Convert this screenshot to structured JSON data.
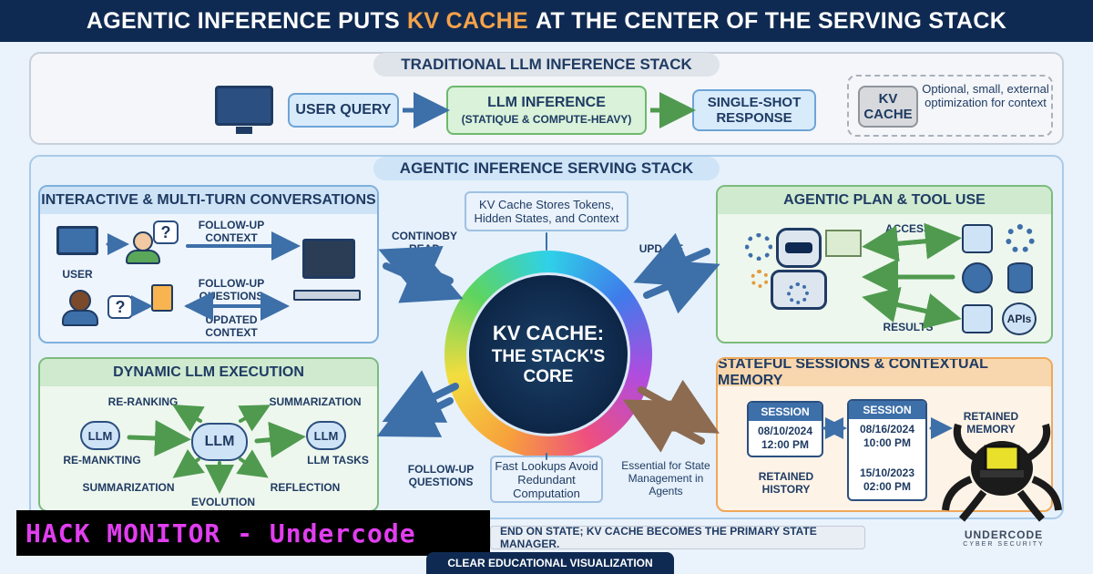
{
  "header": {
    "title_before": "AGENTIC INFERENCE PUTS",
    "title_accent": "KV CACHE",
    "title_after": "AT THE CENTER OF THE SERVING STACK",
    "accent_color": "#f5a24a"
  },
  "traditional": {
    "label": "TRADITIONAL LLM INFERENCE STACK",
    "user_query": "USER QUERY",
    "llm_title": "LLM INFERENCE",
    "llm_sub": "(STATIQUE & COMPUTE-HEAVY)",
    "response": "SINGLE-SHOT RESPONSE",
    "kv_box": "KV CACHE",
    "kv_note": "Optional, small, external optimization for context"
  },
  "agentic": {
    "label": "AGENTIC INFERENCE SERVING STACK",
    "core_line1": "KV CACHE:",
    "core_line2": "THE STACK'S",
    "core_line3": "CORE",
    "info_top": "KV Cache Stores Tokens, Hidden States, and Context",
    "info_bottom": "Fast Lookups Avoid Redundant Computation",
    "flows": {
      "continuous_read": "CONTINOBY READ",
      "update": "UPDATE",
      "follow_up_questions": "FOLLOW-UP QUESTIONS",
      "state_management": "Essential for State Management in Agents"
    },
    "interactive": {
      "title": "INTERACTIVE & MULTI-TURN CONVERSATIONS",
      "user": "USER",
      "follow_up_context": "FOLLOW-UP CONTEXT",
      "follow_up_questions": "FOLLOW-UP QUESTIONS",
      "updated_context": "UPDATED CONTEXT",
      "question_mark": "?"
    },
    "agentic_plan": {
      "title": "AGENTIC PLAN & TOOL USE",
      "access": "ACCESS",
      "results": "RESULTS",
      "apis": "APIs"
    },
    "dynamic": {
      "title": "DYNAMIC LLM EXECUTION",
      "llm": "LLM",
      "re_ranking": "RE-RANKING",
      "summarization_top": "SUMMARIZATION",
      "re_manking": "RE-MANKTING",
      "summarization_bottom": "SUMMARIZATION",
      "reflection": "REFLECTION",
      "evolution": "EVOLUTION",
      "llm_tasks": "LLM TASKS"
    },
    "stateful": {
      "title": "STATEFUL SESSIONS & CONTEXTUAL MEMORY",
      "session_label": "SESSION",
      "s1_date": "08/10/2024",
      "s1_time": "12:00 PM",
      "s2_date": "08/16/2024",
      "s2_time": "10:00 PM",
      "s3_date": "15/10/2023",
      "s3_time": "02:00 PM",
      "retained_history": "RETAINED HISTORY",
      "retained_memory": "RETAINED MEMORY"
    }
  },
  "bottom_note": "END ON STATE; KV CACHE BECOMES THE PRIMARY STATE MANAGER.",
  "footer": "CLEAR EDUCATIONAL VISUALIZATION",
  "brand": "HACK MONITOR - Undercode",
  "logo_text": "UNDERCODE",
  "logo_sub": "CYBER SECURITY"
}
